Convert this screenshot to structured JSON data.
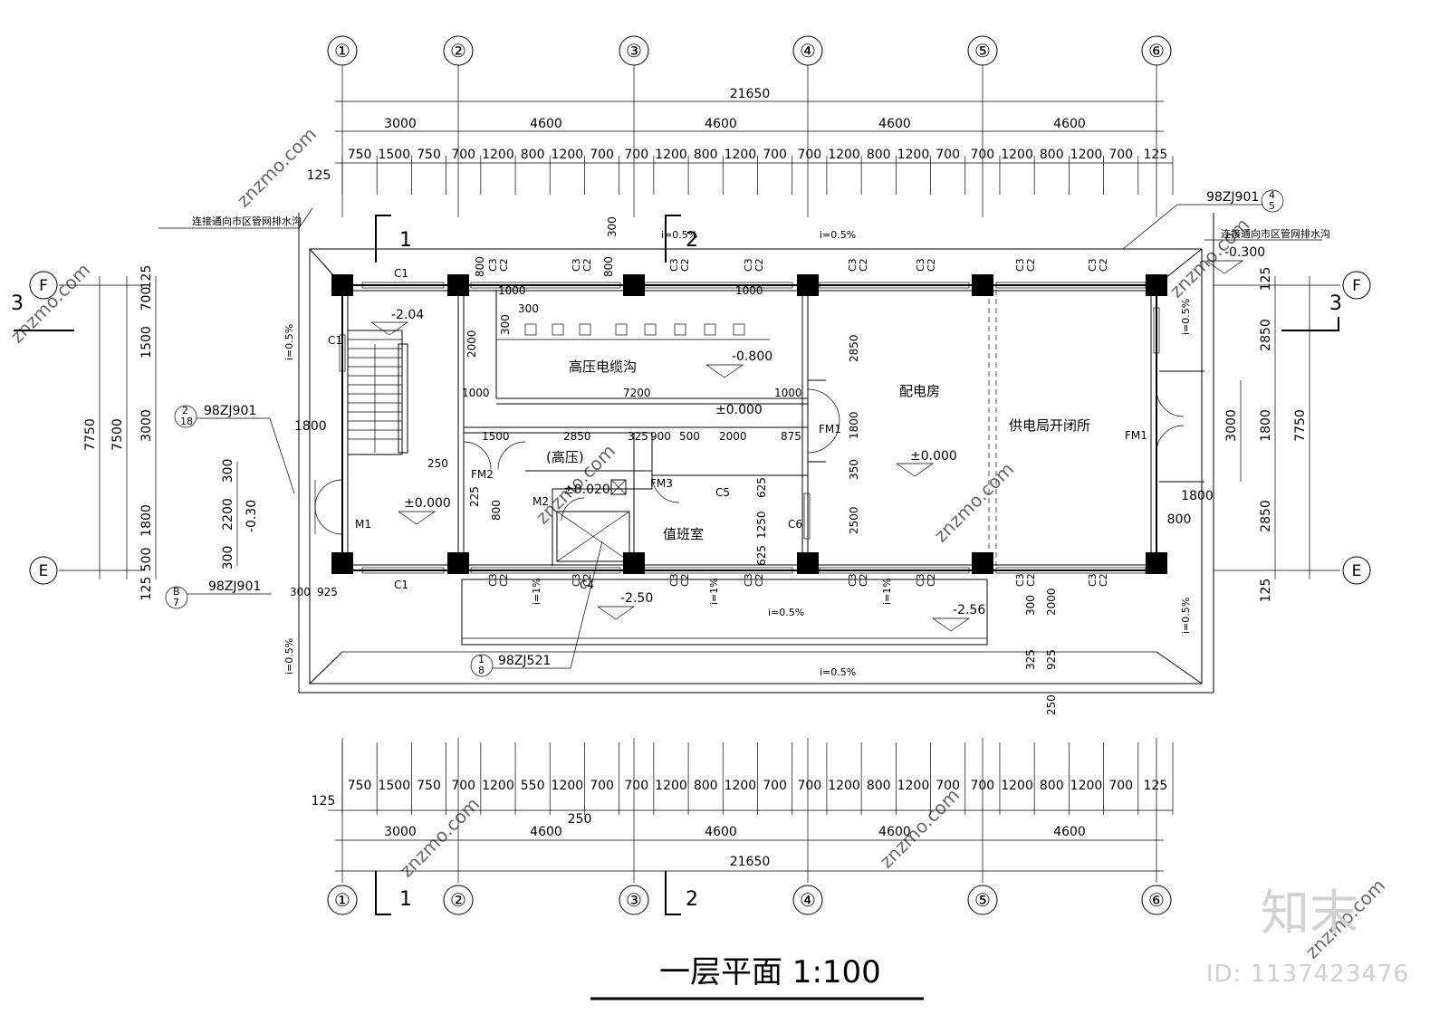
{
  "drawing": {
    "title": "一层平面 1:100",
    "axes_h": [
      "①",
      "②",
      "③",
      "④",
      "⑤",
      "⑥"
    ],
    "axes_v": [
      "F",
      "E"
    ],
    "total_dim": "21650",
    "bays": [
      "3000",
      "4600",
      "4600",
      "4600",
      "4600"
    ],
    "top_fine": [
      "750",
      "1500",
      "750",
      "700",
      "1200",
      "800",
      "1200",
      "700",
      "700",
      "1200",
      "800",
      "1200",
      "700",
      "700",
      "1200",
      "800",
      "1200",
      "700",
      "700",
      "1200",
      "800",
      "1200",
      "700",
      "125"
    ],
    "bottom_fine": [
      "750",
      "1500",
      "750",
      "700",
      "1200",
      "550",
      "1200",
      "700",
      "700",
      "1200",
      "800",
      "1200",
      "700",
      "700",
      "1200",
      "800",
      "1200",
      "700",
      "700",
      "1200",
      "800",
      "1200",
      "700",
      "125"
    ],
    "left_dims_outer": [
      "7750",
      "7500"
    ],
    "left_dims_inner": [
      "125",
      "700",
      "1500",
      "3000",
      "1800",
      "500",
      "125"
    ],
    "left_door_dims": [
      "300",
      "2200",
      "300"
    ],
    "right_dims": [
      "125",
      "2850",
      "3000",
      "1800",
      "2850",
      "125",
      "7750"
    ],
    "rooms": {
      "cable_trench": "高压电缆沟",
      "distribution": "配电房",
      "switch_station": "供电局开闭所",
      "duty_room": "值班室",
      "high_voltage": "(高压)"
    },
    "elevations": [
      "-2.04",
      "-0.800",
      "±0.000",
      "±0.000",
      "±0.000",
      "-0.300",
      "-0.30",
      "±0.020",
      "-2.50",
      "-2.56"
    ],
    "slopes": [
      "i=0.5%",
      "i=1%"
    ],
    "refs": [
      "98ZJ901",
      "98ZJ901",
      "98ZJ901",
      "98ZJ521"
    ],
    "drain_note": "连接通向市区管网排水沟",
    "doors": [
      "M1",
      "M2",
      "FM1",
      "FM1",
      "FM2",
      "FM3"
    ],
    "windows": [
      "C1",
      "C2",
      "C3",
      "C4",
      "C5",
      "C6"
    ],
    "section_marks": [
      "1",
      "2",
      "3"
    ],
    "inner_dims": [
      "1000",
      "1000",
      "300",
      "300",
      "2000",
      "1000",
      "7200",
      "1000",
      "1500",
      "2850",
      "325",
      "900",
      "500",
      "2000",
      "875",
      "1800",
      "250",
      "225",
      "800",
      "350",
      "625",
      "1250",
      "625",
      "2500",
      "2850",
      "800",
      "1800",
      "300",
      "2000",
      "325",
      "925",
      "250",
      "300",
      "925",
      "800"
    ],
    "watermark": "znzmo.com",
    "brand": "知末",
    "image_id": "ID: 1137423476"
  }
}
